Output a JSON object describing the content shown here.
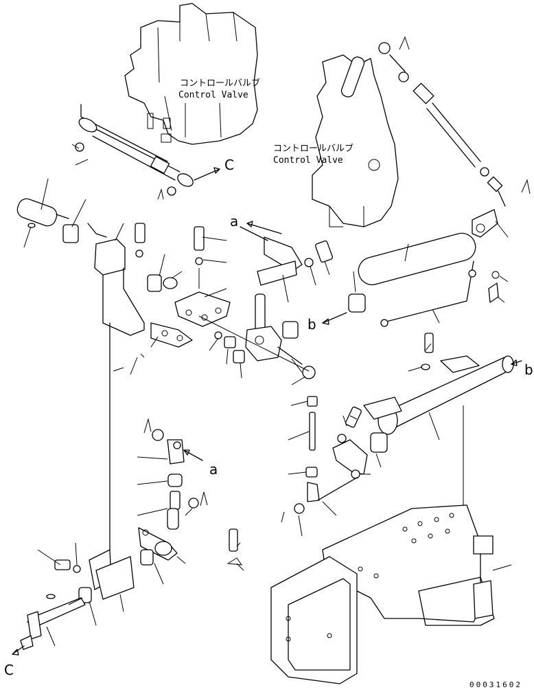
{
  "labels": {
    "valve_left_jp": "コントロールバルブ",
    "valve_left_en": "Control Valve",
    "valve_right_jp": "コントロールバルブ",
    "valve_right_en": "Control Valve"
  },
  "refs": {
    "a_top": "a",
    "a_mid": "a",
    "b_left": "b",
    "b_right": "b",
    "c_top": "C",
    "c_bottom": "C"
  },
  "doc_number": "00031602"
}
